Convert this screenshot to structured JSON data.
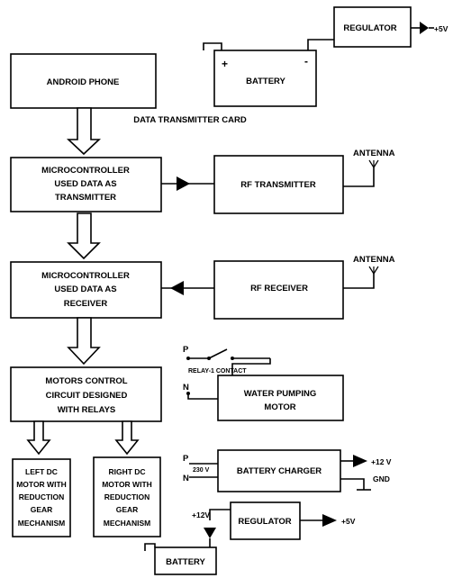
{
  "blocks": {
    "regulator_top": "REGULATOR",
    "plus5v_top": "+5V",
    "battery_top": "BATTERY",
    "battery_plus": "+",
    "battery_minus": "-",
    "android_phone": "ANDROID PHONE",
    "data_transmitter_card": "DATA TRANSMITTER CARD",
    "mcu_tx": [
      "MICROCONTROLLER",
      "USED DATA AS",
      "TRANSMITTER"
    ],
    "rf_transmitter": "RF TRANSMITTER",
    "antenna_tx": "ANTENNA",
    "mcu_rx": [
      "MICROCONTROLLER",
      "USED DATA AS",
      "RECEIVER"
    ],
    "rf_receiver": "RF RECEIVER",
    "antenna_rx": "ANTENNA",
    "motors_control": [
      "MOTORS CONTROL",
      "CIRCUIT DESIGNED",
      "WITH RELAYS"
    ],
    "p_relay": "P",
    "n_relay": "N",
    "relay_contact": "RELAY-1 CONTACT",
    "water_pump": [
      "WATER PUMPING",
      "MOTOR"
    ],
    "left_motor": [
      "LEFT DC",
      "MOTOR WITH",
      "REDUCTION",
      "GEAR",
      "MECHANISM"
    ],
    "right_motor": [
      "RIGHT DC",
      "MOTOR WITH",
      "REDUCTION",
      "GEAR",
      "MECHANISM"
    ],
    "p_charger": "P",
    "n_charger": "N",
    "v230": "230 V",
    "battery_charger": "BATTERY CHARGER",
    "plus12v_out": "+12 V",
    "gnd": "GND",
    "plus12v_in": "+12V",
    "regulator_bottom": "REGULATOR",
    "plus5v_bottom": "+5V",
    "battery_bottom": "BATTERY"
  }
}
